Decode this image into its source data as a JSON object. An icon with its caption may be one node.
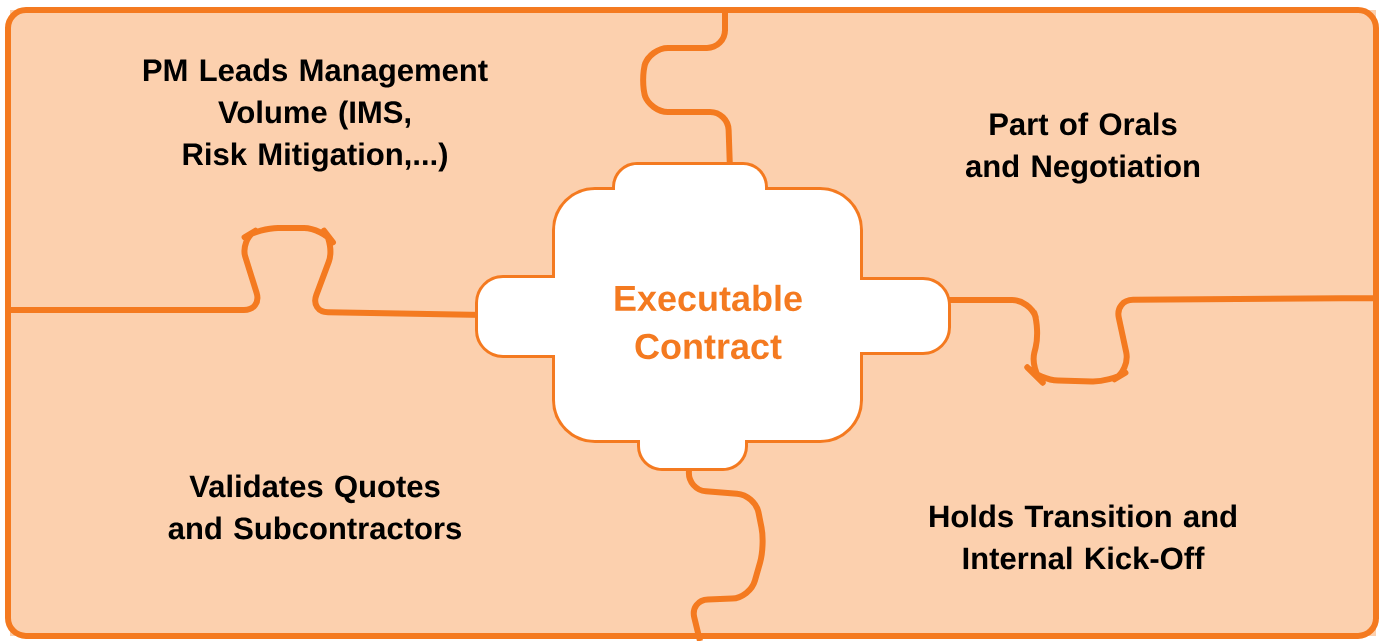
{
  "diagram": {
    "nodes": [
      {
        "text": [
          "PM Leads Management Volume (IMS, Risk Mitigation,...)"
        ]
      },
      {
        "text": [
          "Part of Orals and Negotiation"
        ]
      },
      {
        "text": [
          "Validates Quotes and Subcontractors"
        ]
      },
      {
        "text": [
          "Holds Transition and Internal Kick-Off"
        ]
      },
      {
        "text": [
          "Executable Contract"
        ]
      }
    ]
  }
}
